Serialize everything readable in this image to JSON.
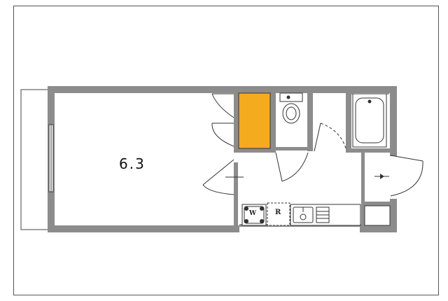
{
  "plan": {
    "room_size": "6.3",
    "washer_label": "W",
    "fridge_label": "R",
    "colors": {
      "wall": "#8c8c8c",
      "closet": "#f5ab1e",
      "line": "#333333",
      "border": "#555555"
    }
  }
}
